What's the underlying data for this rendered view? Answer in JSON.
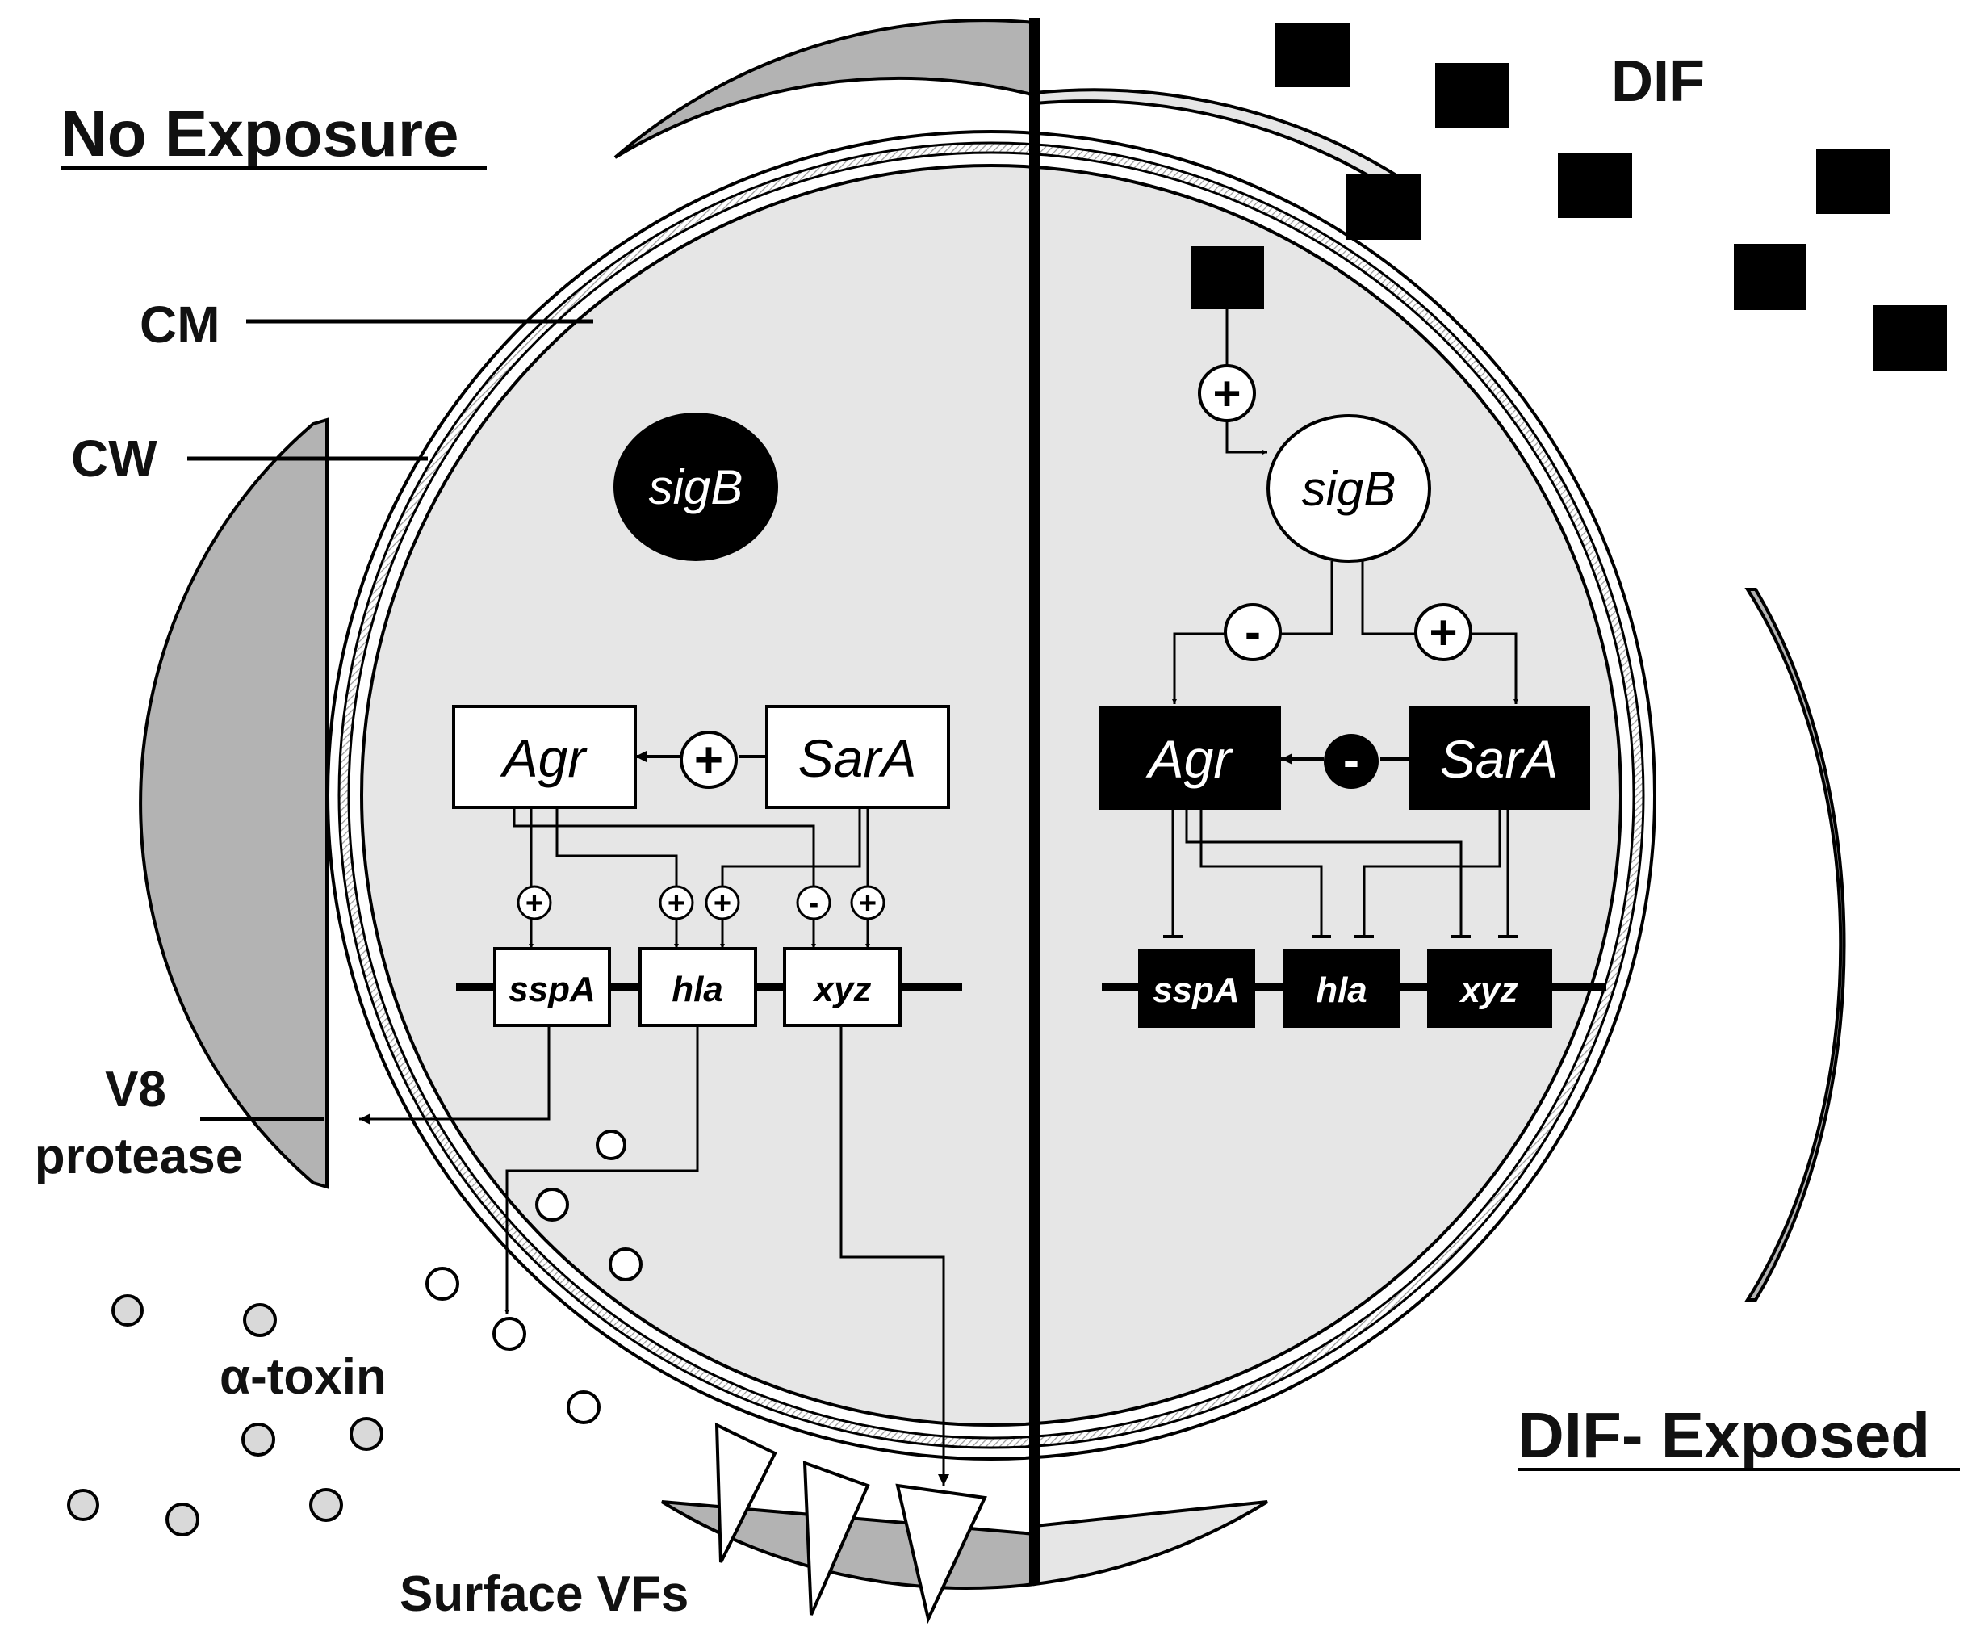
{
  "labels": {
    "no_exposure": "No Exposure",
    "dif_exposed": "DIF- Exposed",
    "dif": "DIF",
    "cm": "CM",
    "cw": "CW",
    "v8_line1": "V8",
    "v8_line2": "protease",
    "alpha_toxin": "α-toxin",
    "surface_vfs": "Surface VFs"
  },
  "left_cell": {
    "sigB": "sigB",
    "agr": "Agr",
    "sarA": "SarA",
    "genes": [
      "sspA",
      "hla",
      "xyz"
    ],
    "signs": {
      "sara_to_agr": "+",
      "agr_sspA": "+",
      "agr_hla": "+",
      "sara_hla": "+",
      "agr_xyz": "-",
      "sara_xyz": "+"
    }
  },
  "right_cell": {
    "sigB": "sigB",
    "agr": "Agr",
    "sarA": "SarA",
    "genes": [
      "sspA",
      "hla",
      "xyz"
    ],
    "signs": {
      "dif_to_sigB": "+",
      "sigB_to_agr": "-",
      "sigB_to_sara": "+",
      "sara_to_agr": "-"
    }
  },
  "colors": {
    "cytoplasm": "#e6e6e6",
    "outer_wall": "#b3b3b3",
    "ink": "#000000",
    "paper": "#ffffff"
  }
}
